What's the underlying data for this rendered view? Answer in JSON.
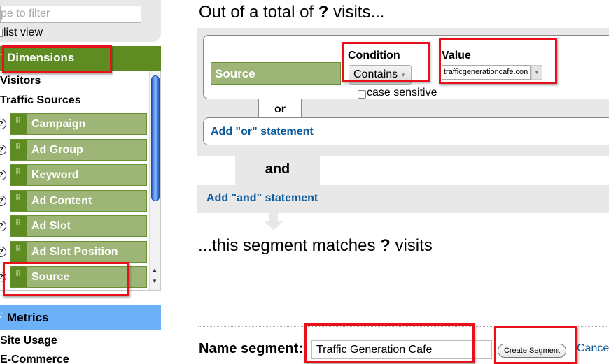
{
  "sidebar": {
    "filter": {
      "placeholder": "pe to filter"
    },
    "list_view_label": "list view",
    "dimensions": {
      "title": "Dimensions",
      "categories": [
        "Visitors",
        "Traffic Sources"
      ],
      "items": [
        {
          "label": "Campaign"
        },
        {
          "label": "Ad Group"
        },
        {
          "label": "Keyword"
        },
        {
          "label": "Ad Content"
        },
        {
          "label": "Ad Slot"
        },
        {
          "label": "Ad Slot Position"
        },
        {
          "label": "Source"
        }
      ],
      "help_glyph": "?",
      "scroll_up_glyph": "▲",
      "scroll_down_glyph": "▼"
    },
    "metrics": {
      "title": "Metrics",
      "caret_glyph": "/",
      "categories": [
        "Site Usage",
        "E-Commerce"
      ]
    }
  },
  "main": {
    "heading_prefix": "Out of a total of ",
    "heading_count": "?",
    "heading_suffix": " visits...",
    "statement": {
      "dimension": "Source",
      "condition_label": "Condition",
      "condition_value": "Contains",
      "condition_arrow": "▼",
      "case_sensitive_label": "case sensitive",
      "value_label": "Value",
      "value_input": "trafficgenerationcafe.con",
      "value_arrow": "▼"
    },
    "or_label": "or",
    "add_or_link": "Add \"or\" statement",
    "and_label": "and",
    "add_and_link": "Add \"and\" statement",
    "matches_prefix": "...this segment matches ",
    "matches_count": "?",
    "matches_suffix": " visits",
    "name_segment_label": "Name segment:",
    "name_segment_value": "Traffic Generation Cafe",
    "create_button": "Create Segment",
    "cancel_link": "Cance"
  },
  "annotation_color": "#e8101a",
  "colors": {
    "dimension_green": "#5f8c22",
    "chip_green": "#9db576",
    "metrics_blue": "#6cb0f7",
    "link_blue": "#0d5b9c",
    "panel_gray": "#e8e8e8"
  }
}
